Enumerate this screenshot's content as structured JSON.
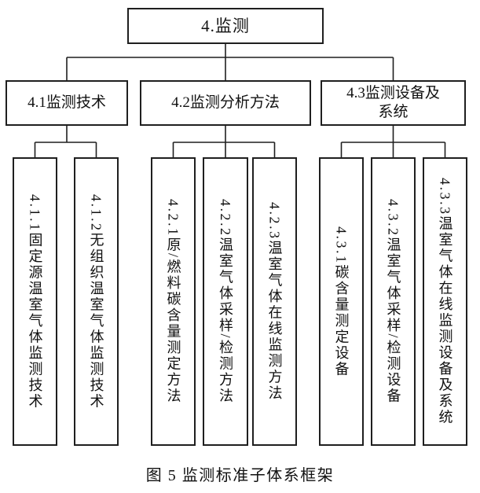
{
  "colors": {
    "background": "#ffffff",
    "line": "#1f1f1f",
    "text": "#111111"
  },
  "tree": {
    "root": {
      "label": "4.监测"
    },
    "branches": [
      {
        "label": "4.1监测技术",
        "children": [
          {
            "label": "4.1.1固定源温室气体监测技术"
          },
          {
            "label": "4.1.2无组织温室气体监测技术"
          }
        ]
      },
      {
        "label": "4.2监测分析方法",
        "children": [
          {
            "label": "4.2.1原/燃料碳含量测定方法"
          },
          {
            "label": "4.2.2温室气体采样/检测方法"
          },
          {
            "label": "4.2.3温室气体在线监测方法"
          }
        ]
      },
      {
        "label": "4.3监测设备及\n系统",
        "children": [
          {
            "label": "4.3.1碳含量测定设备"
          },
          {
            "label": "4.3.2温室气体采样/检测设备"
          },
          {
            "label": "4.3.3温室气体在线监测设备及系统"
          }
        ]
      }
    ]
  },
  "caption": "图 5 监测标准子体系框架"
}
